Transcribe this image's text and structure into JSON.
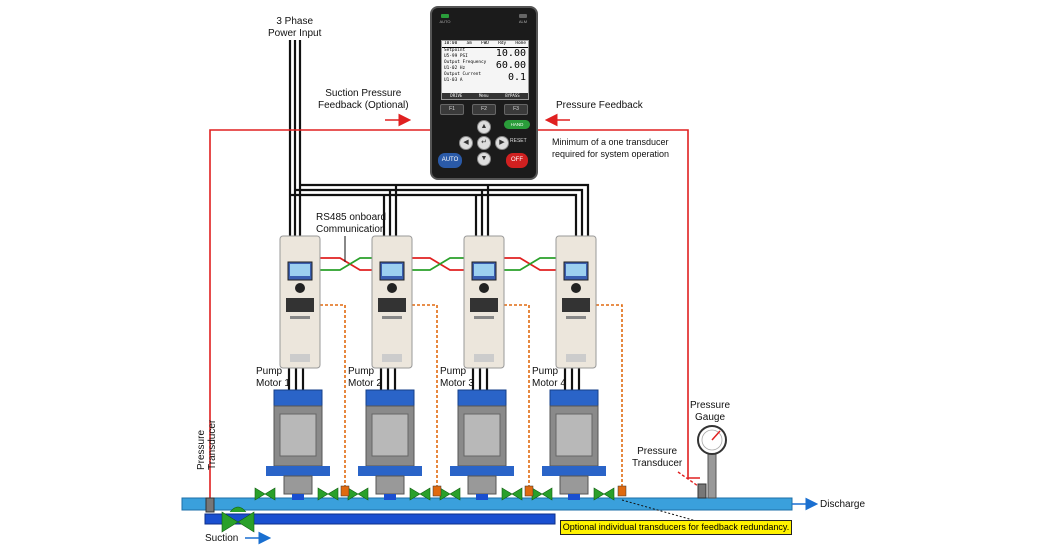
{
  "labels": {
    "power_input": "3 Phase\nPower Input",
    "suction_pressure": "Suction Pressure\nFeedback (Optional)",
    "pressure_feedback": "Pressure Feedback",
    "minimum_note": "Minimum of a one transducer\nrequired for system operation",
    "rs485": "RS485 onboard\nCommunication",
    "pump_motor_1": "Pump\nMotor 1",
    "pump_motor_2": "Pump\nMotor 2",
    "pump_motor_3": "Pump\nMotor 3",
    "pump_motor_4": "Pump\nMotor 4",
    "pressure_gauge": "Pressure\nGauge",
    "pressure_transducer_right": "Pressure\nTransducer",
    "pressure_transducer_left": "Pressure\nTransducer",
    "discharge": "Discharge",
    "suction": "Suction",
    "optional_note": "Optional individual transducers for feedback redundancy."
  },
  "keypad": {
    "led_left": "AUTO",
    "led_right": "ALM",
    "header_time": "10:00",
    "header_ampm": "am",
    "header_dir": "FWD",
    "header_state": "Rdy",
    "header_mode": "Home",
    "line1_label": "Setpoint",
    "line1_code": "U5-99 PSI",
    "line1_value": "10.00",
    "line2_label": "Output Frequency",
    "line2_code": "U1-02 Hz",
    "line2_value": "60.00",
    "line3_label": "Output Current",
    "line3_code": "U1-03 A",
    "line3_value": "0.1",
    "footer_left": "DRIVE",
    "footer_mid": "Menu",
    "footer_right": "BYPASS",
    "f1": "F1",
    "f2": "F2",
    "f3": "F3",
    "hand": "HAND",
    "reset": "RESET",
    "auto": "AUTO",
    "off": "OFF"
  },
  "colors": {
    "pipe": "#3aa0dc",
    "pipe_dark": "#1a4fd0",
    "motor": "#2a64c8",
    "feedback": "#e02020",
    "rs485_red": "#e02020",
    "rs485_green": "#2aa02a",
    "dashed": "#e06a10",
    "valve": "#2aa02a",
    "drive_body": "#ece6dc"
  }
}
